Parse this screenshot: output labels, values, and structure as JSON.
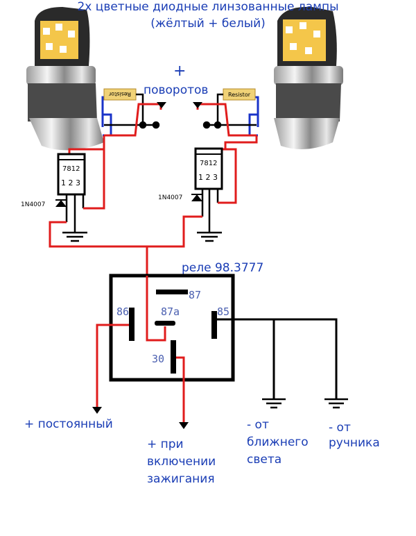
{
  "title": {
    "line1": "2х цветные диодные линзованные лампы",
    "line2": "(жёлтый + белый)"
  },
  "turn_signal": {
    "plus": "+",
    "label": "поворотов"
  },
  "resistor_label": "Resistor",
  "regulator": {
    "model": "7812",
    "pins": "1 2 3"
  },
  "diode": "1N4007",
  "relay": {
    "name": "реле 98.3777",
    "pins": [
      "87",
      "87a",
      "86",
      "85",
      "30"
    ]
  },
  "outputs": {
    "constant": "+ постоянный",
    "ignition": [
      "+ при",
      "включении",
      "зажигания"
    ],
    "low_beam": [
      "- от",
      "ближнего",
      "света"
    ],
    "handbrake": [
      "- от",
      "ручника"
    ]
  },
  "colors": {
    "wire_positive": "#e01c1c",
    "wire_negative": "#000000",
    "labels": "#1a3db5",
    "lamp_bracket": "#1a33c8",
    "resistor": "#f0d277"
  }
}
